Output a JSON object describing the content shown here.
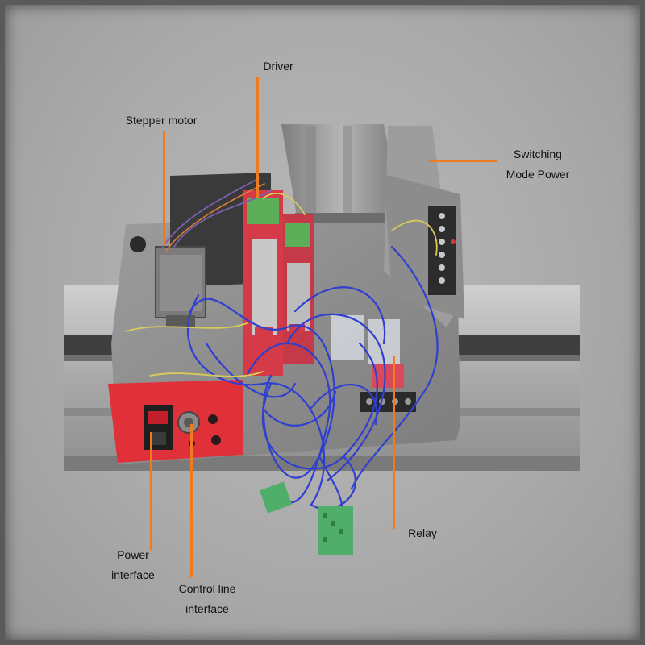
{
  "labels": {
    "stepper_motor": "Stepper motor",
    "driver": "Driver",
    "switching_power": [
      "Switching",
      "Mode Power"
    ],
    "relay": "Relay",
    "power_interface": [
      "Power",
      "interface"
    ],
    "control_line_interface": [
      "Control line",
      "interface"
    ]
  },
  "colors": {
    "leader": "#f07a1e",
    "panel_red": "#e0313b",
    "driver_green": "#5cae58",
    "wire_blue": "#2f3fd0",
    "background": "#ababab"
  }
}
